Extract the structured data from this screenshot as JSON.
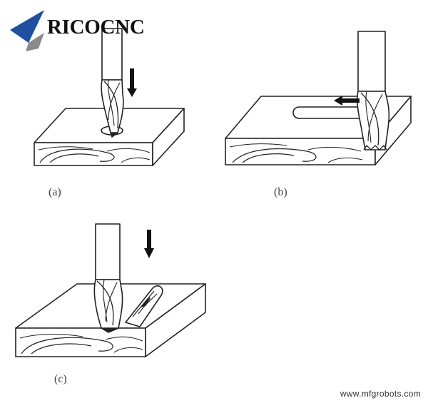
{
  "brand": {
    "name": "RICOCNC",
    "colors": {
      "triangle_top": "#1f4f9e",
      "triangle_bottom": "#8a8a8a"
    }
  },
  "figures": [
    {
      "caption": "(a)"
    },
    {
      "caption": "(b)"
    },
    {
      "caption": "(c)"
    }
  ],
  "watermark": "www.mfgrobots.com"
}
